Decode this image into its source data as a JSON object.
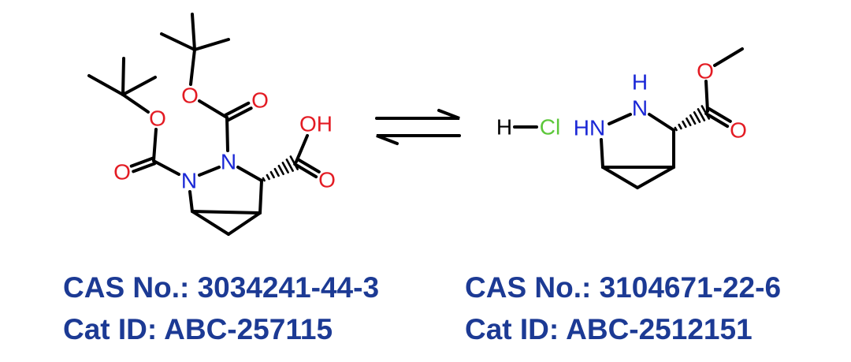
{
  "left_molecule": {
    "labels": {
      "o_ester_top": "O",
      "o_carbonyl_top": "O",
      "o_ester_left": "O",
      "o_carbonyl_left": "O",
      "o_hydroxyl": "OH",
      "o_carbonyl_acid": "O",
      "n1": "N",
      "n2": "N"
    },
    "cas": "CAS No.: 3034241-44-3",
    "cat_id": "Cat ID: ABC-257115"
  },
  "right_molecule": {
    "labels": {
      "h_nh": "H",
      "n": "N",
      "hn": "HN",
      "o_ester": "O",
      "o_carbonyl": "O"
    },
    "salt": {
      "h": "H",
      "cl": "Cl"
    },
    "cas": "CAS No.: 3104671-22-6",
    "cat_id": "Cat ID: ABC-2512151"
  },
  "colors": {
    "oxygen": "#e31b23",
    "nitrogen": "#1a27d6",
    "chlorine": "#5cc73a",
    "bond": "#000000",
    "caption": "#1c3a94"
  }
}
